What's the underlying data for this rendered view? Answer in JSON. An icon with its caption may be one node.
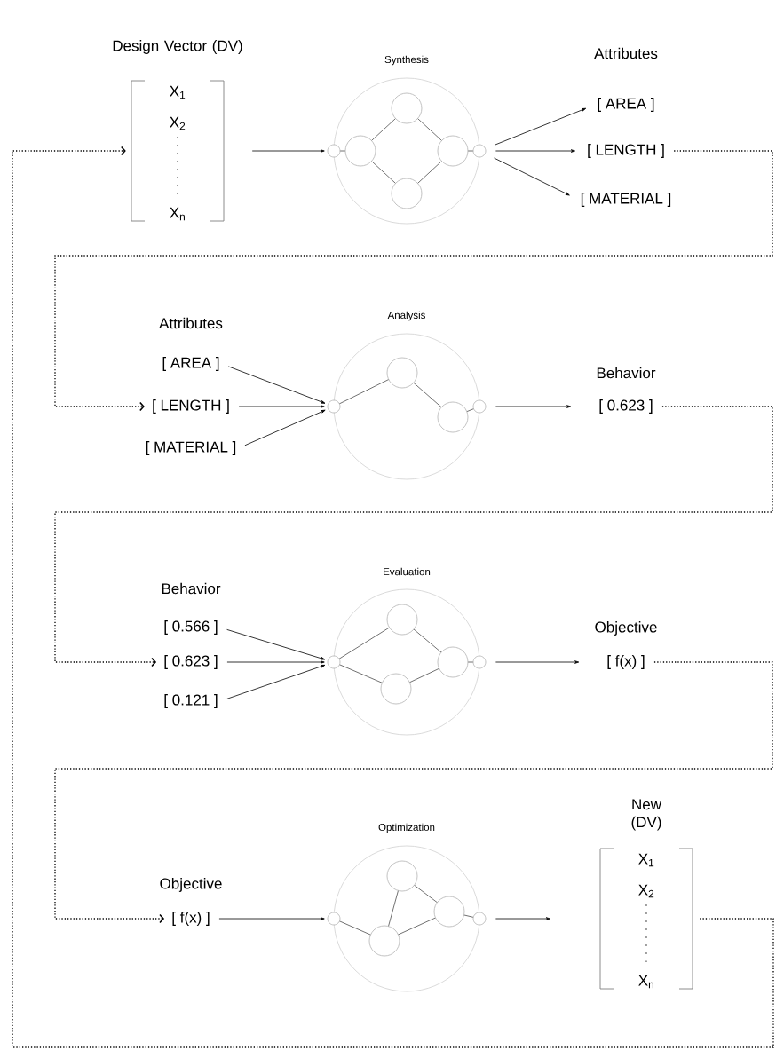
{
  "diagram": {
    "nodes": [
      {
        "text": [
          "Design Vector (DV)",
          "X$_{1}$",
          "X$_{2}$",
          "X$_{n}$"
        ]
      },
      {
        "text": [
          "Synthesis"
        ]
      },
      {
        "text": [
          "[ AREA ]"
        ]
      },
      {
        "text": [
          "[ LENGTH ]"
        ]
      },
      {
        "text": [
          "[ MATERIAL ]"
        ]
      },
      {
        "text": [
          "[ AREA ]"
        ]
      },
      {
        "text": [
          "[ LENGTH ]"
        ]
      },
      {
        "text": [
          "[ MATERIAL ]"
        ]
      },
      {
        "text": [
          "Analysis"
        ]
      },
      {
        "text": [
          "Behavior",
          "[ 0.623 ]"
        ]
      },
      {
        "text": [
          "[ 0.566 ]"
        ]
      },
      {
        "text": [
          "[ 0.623 ]"
        ]
      },
      {
        "text": [
          "[ 0.121 ]"
        ]
      },
      {
        "text": [
          "Evaluation"
        ]
      },
      {
        "text": [
          "Objective",
          "[ f(x) ]"
        ]
      },
      {
        "text": [
          "Objective",
          "[ f(x) ]"
        ]
      },
      {
        "text": [
          "Optimization"
        ]
      },
      {
        "text": [
          "New (DV)",
          "X$_{1}$",
          "X$_{2}$",
          "X$_{n}$"
        ]
      }
    ],
    "edges": [
      {
        "from": 0,
        "to": 1,
        "arrow": "to"
      },
      {
        "from": 1,
        "to": 2,
        "arrow": "to"
      },
      {
        "from": 1,
        "to": 3,
        "arrow": "to"
      },
      {
        "from": 1,
        "to": 4,
        "arrow": "to"
      },
      {
        "from": 3,
        "to": 6,
        "arrow": "to",
        "style": "dashed"
      },
      {
        "from": 5,
        "to": 8,
        "arrow": "to"
      },
      {
        "from": 6,
        "to": 8,
        "arrow": "to"
      },
      {
        "from": 7,
        "to": 8,
        "arrow": "to"
      },
      {
        "from": 8,
        "to": 9,
        "arrow": "to"
      },
      {
        "from": 9,
        "to": 11,
        "arrow": "to",
        "style": "dashed"
      },
      {
        "from": 10,
        "to": 13,
        "arrow": "to"
      },
      {
        "from": 11,
        "to": 13,
        "arrow": "to"
      },
      {
        "from": 12,
        "to": 13,
        "arrow": "to"
      },
      {
        "from": 13,
        "to": 14,
        "arrow": "to"
      },
      {
        "from": 14,
        "to": 15,
        "arrow": "to",
        "style": "dashed"
      },
      {
        "from": 15,
        "to": 16,
        "arrow": "to"
      },
      {
        "from": 16,
        "to": 17,
        "arrow": "to"
      },
      {
        "from": 17,
        "to": 0,
        "arrow": "to",
        "style": "dashed"
      }
    ],
    "labels": [
      "Attributes",
      "Attributes",
      "Behavior"
    ]
  }
}
